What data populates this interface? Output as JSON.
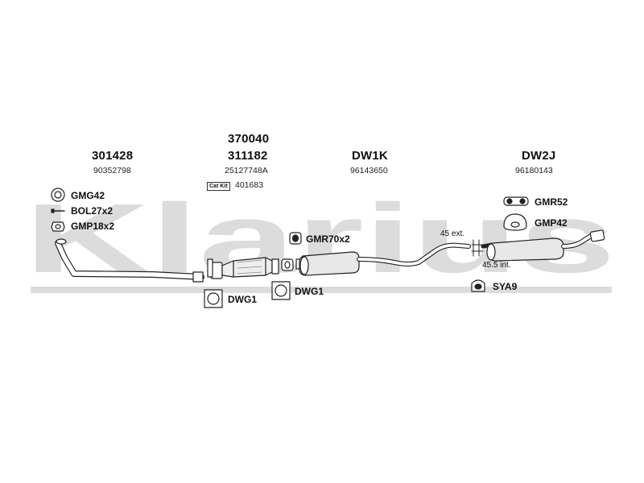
{
  "watermark": {
    "text": "Klarius",
    "color": "#d9d9d9"
  },
  "sections": [
    {
      "code": "301428",
      "oe": "90352798"
    },
    {
      "code_top": "370040",
      "code": "311182",
      "oe": "25127748A",
      "catkit_badge": "Cat Kit",
      "catkit_number": "401683"
    },
    {
      "code": "DW1K",
      "oe": "96143650"
    },
    {
      "code": "DW2J",
      "oe": "96180143"
    }
  ],
  "parts": {
    "gmg42": "GMG42",
    "bol27x2": "BOL27x2",
    "gmp18x2": "GMP18x2",
    "gmr70x2": "GMR70x2",
    "dwg1_a": "DWG1",
    "dwg1_b": "DWG1",
    "gmr52": "GMR52",
    "gmp42": "GMP42",
    "sya9": "SYA9"
  },
  "dimensions": {
    "ext": "45 ext.",
    "int": "45.5 int."
  },
  "colors": {
    "line": "#222222",
    "watermark": "#d9d9d9"
  }
}
